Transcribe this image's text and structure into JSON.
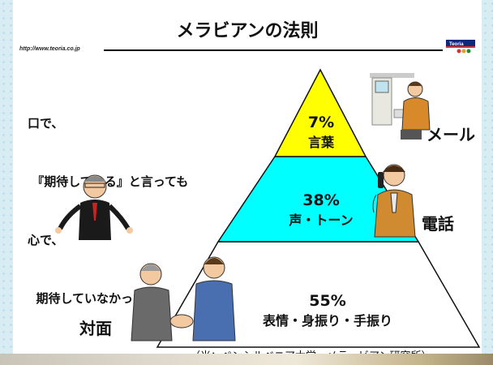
{
  "title": "メラビアンの法則",
  "url": "http://www.teoria.co.jp",
  "logo_text": "Teoria",
  "intro_lines": [
    "口で、",
    " 『期待している』と言っても",
    "心で、",
    "  期待していなかったら？"
  ],
  "tiers": [
    {
      "percent": "7%",
      "label": "言葉",
      "color": "#ffff00",
      "channel": "メール"
    },
    {
      "percent": "38%",
      "label": "声・トーン",
      "color": "#00ffff",
      "channel": "電話"
    },
    {
      "percent": "55%",
      "label": "表情・身振り・手振り",
      "color": "#ffffff",
      "channel": "対面"
    }
  ],
  "caption": "（米：ペンシルベニア大学　メラービアン研究所）",
  "icons": [
    "office-worker-computer-icon",
    "businessman-phone-icon",
    "businessman-shrug-icon",
    "handshake-icon",
    "teoria-logo-icon"
  ]
}
